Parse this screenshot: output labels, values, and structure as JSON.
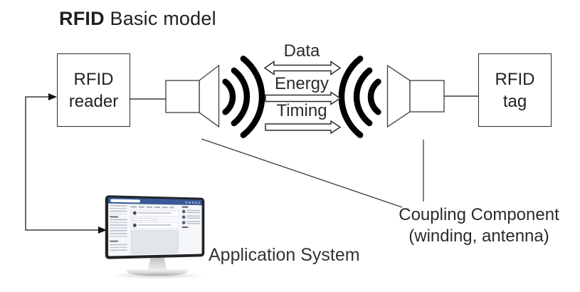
{
  "title": {
    "brand": "RFID",
    "rest": " Basic model"
  },
  "boxes": {
    "reader": {
      "line1": "RFID",
      "line2": "reader"
    },
    "tag": {
      "line1": "RFID",
      "line2": "tag"
    }
  },
  "channel": {
    "arrows": [
      {
        "label": "Data",
        "direction": "bidirectional"
      },
      {
        "label": "Energy",
        "direction": "reader-to-tag"
      },
      {
        "label": "Timing",
        "direction": "reader-to-tag"
      }
    ]
  },
  "labels": {
    "coupling_line1": "Coupling Component",
    "coupling_line2": "(winding, antenna)",
    "application_system": "Application System"
  },
  "icons": {
    "left_antenna": "horn-antenna-icon",
    "right_antenna": "horn-antenna-icon",
    "left_waves": "radio-waves-icon",
    "right_waves": "radio-waves-icon",
    "computer": "desktop-monitor-icon"
  },
  "colors": {
    "background": "#ffffff",
    "ink": "#2b2b2b",
    "line": "#3a3a3a",
    "wave": "#000000",
    "screen_navbar_blue": "#3b5998",
    "monitor_bezel": "#212326"
  }
}
